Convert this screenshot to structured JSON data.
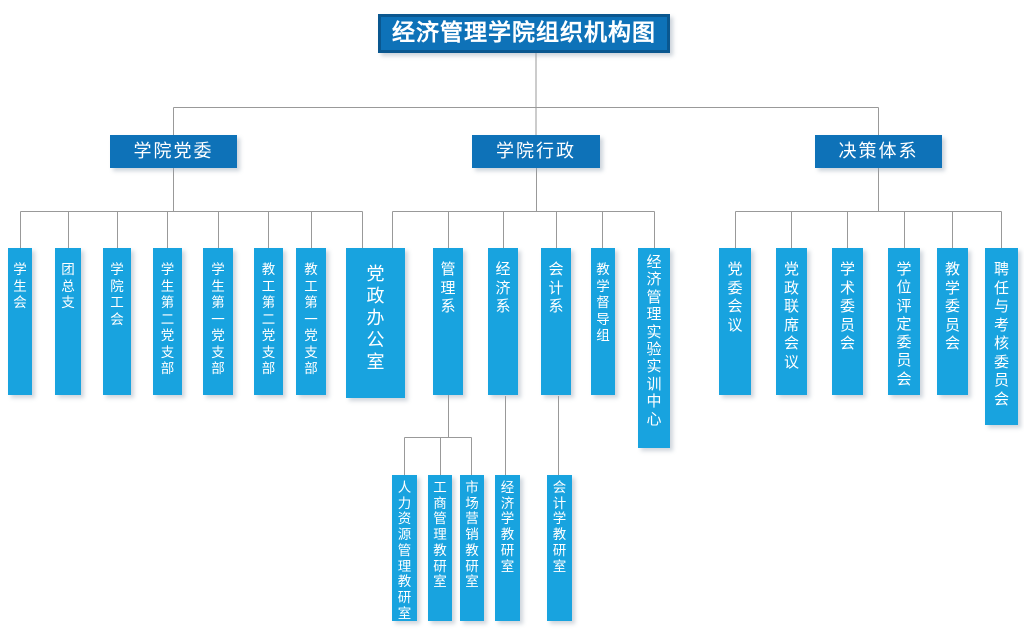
{
  "title": "经济管理学院组织机构图",
  "colors": {
    "primary_blue": "#0e72b8",
    "title_border": "#0a578f",
    "light_blue": "#18a3df",
    "connector_gray": "#999999",
    "text": "#ffffff",
    "background": "#ffffff"
  },
  "branches": {
    "party": {
      "label": "学院党委",
      "children": [
        "学生会",
        "团总支",
        "学院工会",
        "学生第二党支部",
        "学生第一党支部",
        "教工第二党支部",
        "教工第一党支部",
        "党政办公室"
      ]
    },
    "admin": {
      "label": "学院行政",
      "children": [
        "管理系",
        "经济系",
        "会计系",
        "教学督导组",
        "经济管理实验实训中心"
      ]
    },
    "decision": {
      "label": "决策体系",
      "children": [
        "党委会议",
        "党政联席会议",
        "学术委员会",
        "学位评定委员会",
        "教学委员会",
        "聘任与考核委员会"
      ]
    }
  },
  "offices": {
    "management": [
      "人力资源管理教研室",
      "工商管理教研室",
      "市场营销教研室"
    ],
    "economics": [
      "经济学教研室"
    ],
    "accounting": [
      "会计学教研室"
    ]
  }
}
